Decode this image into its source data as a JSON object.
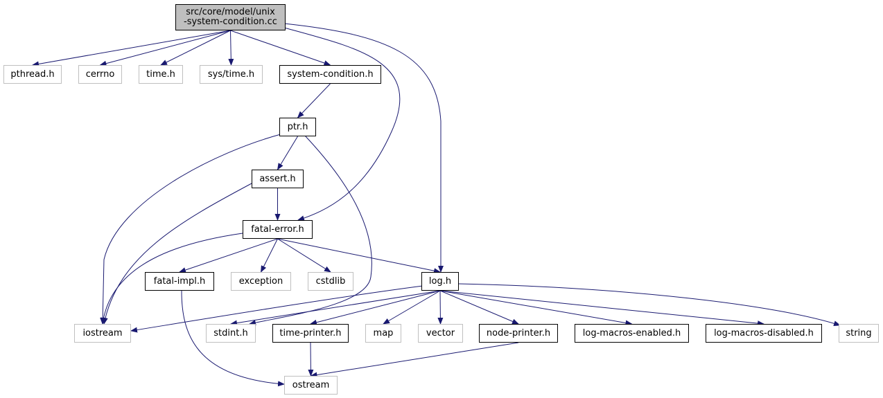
{
  "graph": {
    "edge_color": "#191970",
    "root": {
      "id": "root",
      "line1": "src/core/model/unix",
      "line2": "-system-condition.cc",
      "fill": "#bfbfbf"
    },
    "nodes": {
      "pthread": {
        "label": "pthread.h",
        "kind": "ext"
      },
      "cerrno": {
        "label": "cerrno",
        "kind": "ext"
      },
      "time": {
        "label": "time.h",
        "kind": "ext"
      },
      "systime": {
        "label": "sys/time.h",
        "kind": "ext"
      },
      "syscond": {
        "label": "system-condition.h",
        "kind": "doc"
      },
      "ptr": {
        "label": "ptr.h",
        "kind": "doc"
      },
      "assert": {
        "label": "assert.h",
        "kind": "doc"
      },
      "fatalerr": {
        "label": "fatal-error.h",
        "kind": "doc"
      },
      "fatalimpl": {
        "label": "fatal-impl.h",
        "kind": "doc"
      },
      "exception": {
        "label": "exception",
        "kind": "ext"
      },
      "cstdlib": {
        "label": "cstdlib",
        "kind": "ext"
      },
      "log": {
        "label": "log.h",
        "kind": "doc"
      },
      "iostream": {
        "label": "iostream",
        "kind": "ext"
      },
      "stdint": {
        "label": "stdint.h",
        "kind": "ext"
      },
      "timeprint": {
        "label": "time-printer.h",
        "kind": "doc"
      },
      "map": {
        "label": "map",
        "kind": "ext"
      },
      "vector": {
        "label": "vector",
        "kind": "ext"
      },
      "nodeprint": {
        "label": "node-printer.h",
        "kind": "doc"
      },
      "logen": {
        "label": "log-macros-enabled.h",
        "kind": "doc"
      },
      "logdis": {
        "label": "log-macros-disabled.h",
        "kind": "doc"
      },
      "string": {
        "label": "string",
        "kind": "ext"
      },
      "ostream": {
        "label": "ostream",
        "kind": "ext"
      }
    },
    "edges": [
      [
        "root",
        "pthread"
      ],
      [
        "root",
        "cerrno"
      ],
      [
        "root",
        "time"
      ],
      [
        "root",
        "systime"
      ],
      [
        "root",
        "syscond"
      ],
      [
        "root",
        "fatalerr"
      ],
      [
        "root",
        "log"
      ],
      [
        "syscond",
        "ptr"
      ],
      [
        "ptr",
        "assert"
      ],
      [
        "ptr",
        "iostream"
      ],
      [
        "ptr",
        "stdint"
      ],
      [
        "assert",
        "fatalerr"
      ],
      [
        "assert",
        "iostream"
      ],
      [
        "fatalerr",
        "fatalimpl"
      ],
      [
        "fatalerr",
        "exception"
      ],
      [
        "fatalerr",
        "cstdlib"
      ],
      [
        "fatalerr",
        "log"
      ],
      [
        "fatalerr",
        "iostream"
      ],
      [
        "fatalimpl",
        "ostream"
      ],
      [
        "log",
        "iostream"
      ],
      [
        "log",
        "stdint"
      ],
      [
        "log",
        "timeprint"
      ],
      [
        "log",
        "map"
      ],
      [
        "log",
        "vector"
      ],
      [
        "log",
        "nodeprint"
      ],
      [
        "log",
        "logen"
      ],
      [
        "log",
        "logdis"
      ],
      [
        "log",
        "string"
      ],
      [
        "timeprint",
        "ostream"
      ],
      [
        "nodeprint",
        "ostream"
      ]
    ]
  }
}
